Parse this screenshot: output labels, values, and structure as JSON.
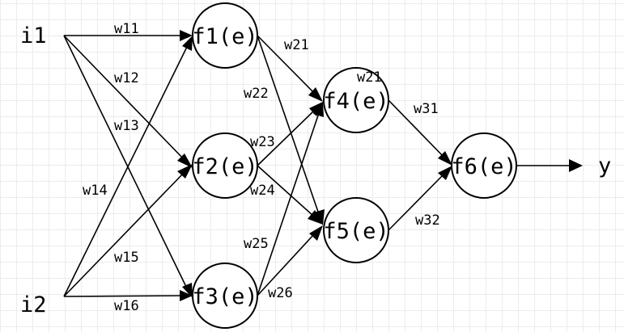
{
  "inputs": {
    "i1": "i1",
    "i2": "i2"
  },
  "output": "y",
  "nodes": {
    "f1": "f1(e)",
    "f2": "f2(e)",
    "f3": "f3(e)",
    "f4": "f4(e)",
    "f5": "f5(e)",
    "f6": "f6(e)"
  },
  "weights": {
    "w11": "w11",
    "w12": "w12",
    "w13": "w13",
    "w14": "w14",
    "w15": "w15",
    "w16": "w16",
    "w21a": "w21",
    "w21b": "w21",
    "w22": "w22",
    "w23": "w23",
    "w24": "w24",
    "w25": "w25",
    "w26": "w26",
    "w31": "w31",
    "w32": "w32"
  },
  "colors": {
    "stroke": "#000000",
    "grid": "#ececec",
    "background": "#ffffff"
  }
}
